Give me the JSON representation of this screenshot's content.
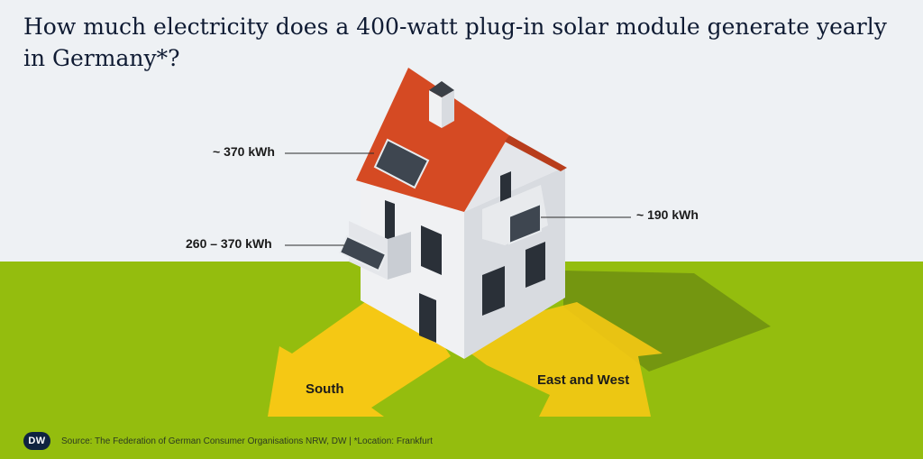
{
  "title": "How much electricity does a 400-watt plug-in solar module generate yearly in Germany*?",
  "annotations": {
    "roof": "~ 370 kWh",
    "east_wall": "~ 190 kWh",
    "balcony": "260 – 370 kWh"
  },
  "directions": {
    "south": "South",
    "east_west": "East and West"
  },
  "footer": {
    "logo": "DW",
    "source": "Source: The Federation of German Consumer Organisations NRW, DW | *Location: Frankfurt"
  },
  "colors": {
    "sky": "#eef1f4",
    "ground": "#94bd0e",
    "arrow": "#f5c814",
    "roof": "#d54a23",
    "wall_light": "#f0f1f3",
    "wall_shade": "#d8dbe0",
    "window": "#2a3038",
    "panel": "#3e4650"
  }
}
